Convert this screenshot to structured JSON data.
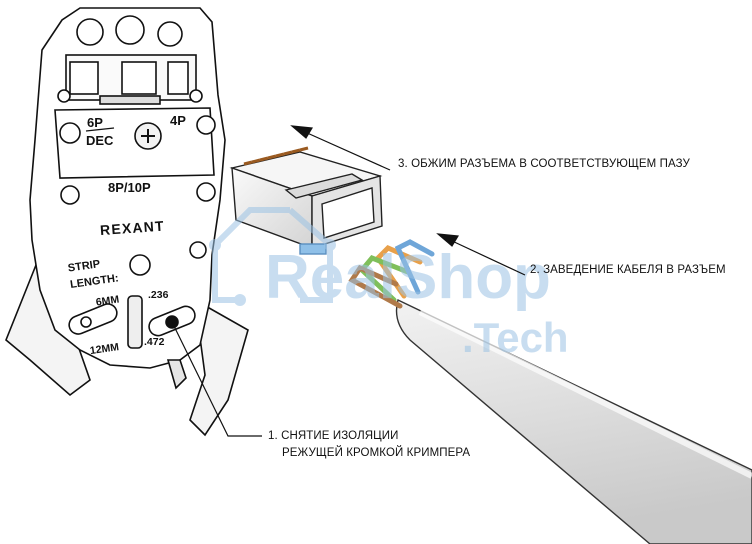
{
  "tool": {
    "brand": "REXANT",
    "slot_6p": "6P",
    "slot_dec": "DEC",
    "slot_4p": "4P",
    "slot_8p10p": "8P/10P",
    "strip_label_1": "STRIP",
    "strip_label_2": "LENGTH:",
    "strip_6mm": "6MM",
    "strip_12mm": "12MM",
    "strip_236": ".236",
    "strip_472": ".472"
  },
  "steps": [
    {
      "number": "3.",
      "text": "ОБЖИМ РАЗЪЕМА В СООТВЕТСТВУЮЩЕМ ПАЗУ"
    },
    {
      "number": "2.",
      "text": "ЗАВЕДЕНИЕ КАБЕЛЯ В РАЗЪЕМ"
    },
    {
      "number": "1.",
      "text": "СНЯТИЕ ИЗОЛЯЦИИ",
      "line2": "РЕЖУЩЕЙ КРОМКОЙ КРИМПЕРА"
    }
  ],
  "watermark": {
    "line1": "RealShop",
    "line2": ".Tech"
  },
  "colors": {
    "wire_orange": "#e8a04a",
    "wire_green": "#7fbf5a",
    "wire_blue": "#6fa6d8",
    "wire_brown": "#b07a4a",
    "cable_jacket": "#e2e2e2",
    "watermark": "#9cc3e4"
  }
}
